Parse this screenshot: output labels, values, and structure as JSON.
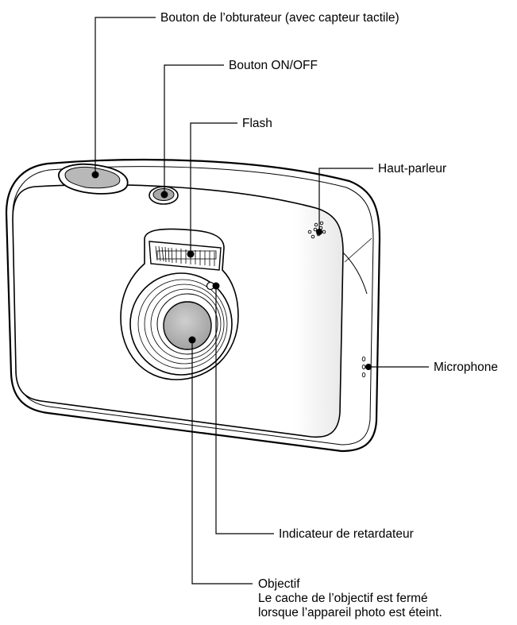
{
  "labels": {
    "shutter": "Bouton de l’obturateur (avec capteur tactile)",
    "power": "Bouton ON/OFF",
    "flash": "Flash",
    "speaker": "Haut-parleur",
    "microphone": "Microphone",
    "self_timer": "Indicateur de retardateur",
    "lens_title": "Objectif",
    "lens_note_1": "Le cache de l’objectif est fermé",
    "lens_note_2": "lorsque l’appareil photo est éteint."
  }
}
